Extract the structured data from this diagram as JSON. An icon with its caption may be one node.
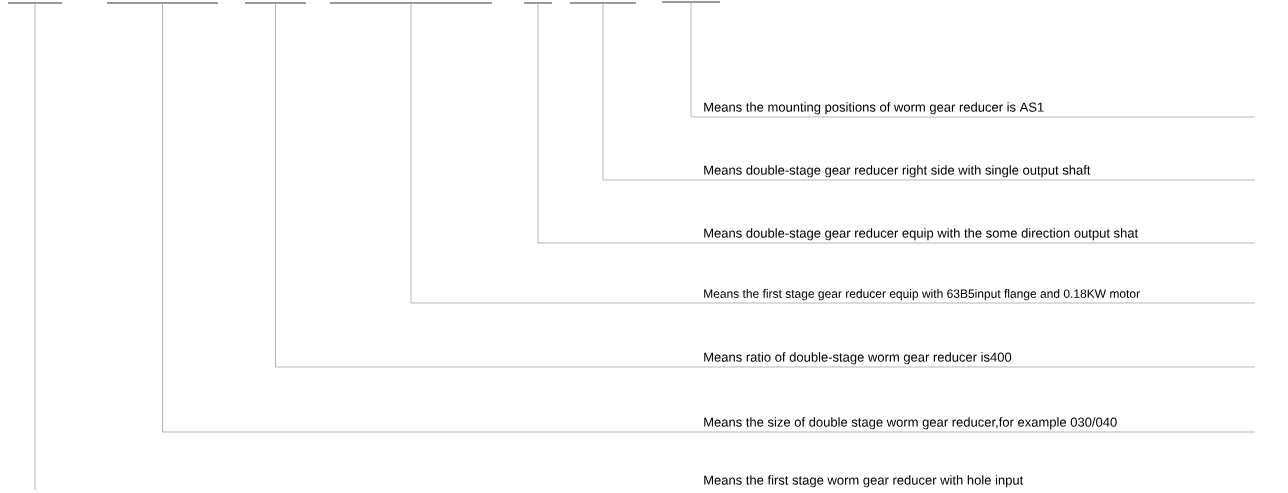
{
  "diagram": {
    "nodes": [
      {
        "text": [],
        "shape": "bar"
      },
      {
        "text": [],
        "shape": "bar"
      },
      {
        "text": [],
        "shape": "bar"
      },
      {
        "text": [],
        "shape": "bar"
      },
      {
        "text": [],
        "shape": "bar"
      },
      {
        "text": [],
        "shape": "bar"
      },
      {
        "text": [],
        "shape": "bar"
      },
      {
        "text": [
          "Means the mounting positions of worm gear reducer is AS1"
        ]
      },
      {
        "text": [
          "Means double-stage gear reducer right side with single output shaft"
        ]
      },
      {
        "text": [
          "Means double-stage gear reducer equip with the some direction output shat"
        ]
      },
      {
        "text": [
          "Means the first stage gear reducer equip with 63B5input flange and 0.18KW motor"
        ]
      },
      {
        "text": [
          "Means ratio of double-stage worm gear reducer is400"
        ]
      },
      {
        "text": [
          "Means the size of double stage worm gear reducer,for example 030/040"
        ]
      },
      {
        "text": [
          "Means the first stage worm gear reducer with hole input"
        ]
      }
    ],
    "edges": [
      {
        "from": 7,
        "to": 6,
        "arrow": "none"
      },
      {
        "from": 8,
        "to": 5,
        "arrow": "none"
      },
      {
        "from": 9,
        "to": 4,
        "arrow": "none"
      },
      {
        "from": 10,
        "to": 3,
        "arrow": "none"
      },
      {
        "from": 11,
        "to": 2,
        "arrow": "none"
      },
      {
        "from": 12,
        "to": 1,
        "arrow": "none"
      },
      {
        "from": 0,
        "to": null,
        "arrow": "none"
      }
    ]
  }
}
